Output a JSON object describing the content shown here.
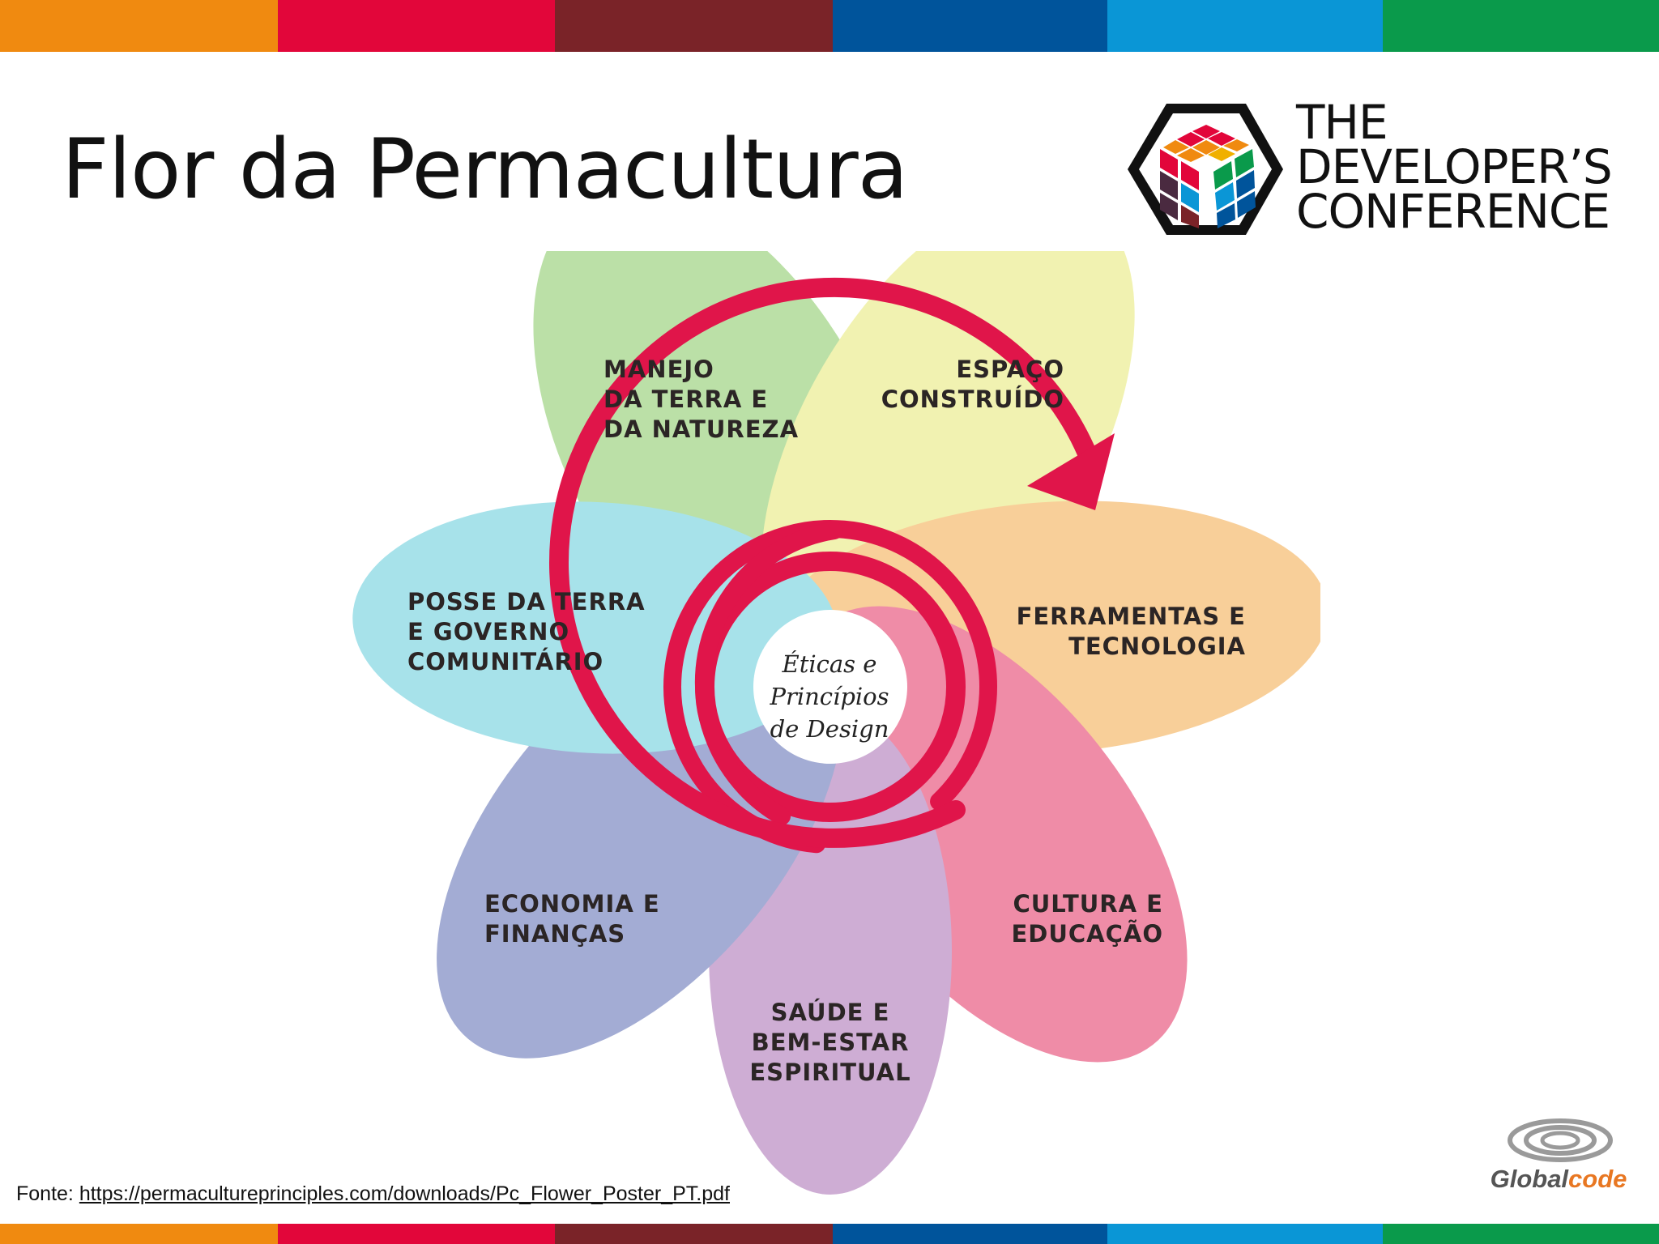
{
  "colors": {
    "stripes": [
      "#f08a10",
      "#e2063a",
      "#7a2328",
      "#00549b",
      "#0a96d6",
      "#0a9a4b"
    ],
    "ring": "#e0154a",
    "petals": {
      "manejo": "#a9d88f",
      "espaco": "#eeef9c",
      "ferramentas": "#f7c27d",
      "cultura": "#eb6d8f",
      "saude": "#c197c8",
      "economia": "#8a96c8",
      "posse": "#8fdbe5"
    }
  },
  "title": "Flor da Permacultura",
  "logo": {
    "line1": "THE",
    "line2": "DEVELOPER’S",
    "line3": "CONFERENCE"
  },
  "diagram": {
    "center": [
      "Éticas e",
      "Princípios",
      "de Design"
    ],
    "petals": {
      "manejo": [
        "MANEJO",
        "DA TERRA E",
        "DA NATUREZA"
      ],
      "espaco": [
        "ESPAÇO",
        "CONSTRUÍDO"
      ],
      "ferramentas": [
        "FERRAMENTAS E",
        "TECNOLOGIA"
      ],
      "cultura": [
        "CULTURA E",
        "EDUCAÇÃO"
      ],
      "saude": [
        "SAÚDE E",
        "BEM-ESTAR",
        "ESPIRITUAL"
      ],
      "economia": [
        "ECONOMIA E",
        "FINANÇAS"
      ],
      "posse": [
        "POSSE DA TERRA",
        "E GOVERNO",
        "COMUNITÁRIO"
      ]
    }
  },
  "footer": {
    "source_prefix": "Fonte: ",
    "source_url": "https://permacultureprinciples.com/downloads/Pc_Flower_Poster_PT.pdf"
  },
  "globalcode": {
    "part1": "Global",
    "part2": "code",
    "color1": "#555555",
    "color2": "#e87722"
  }
}
